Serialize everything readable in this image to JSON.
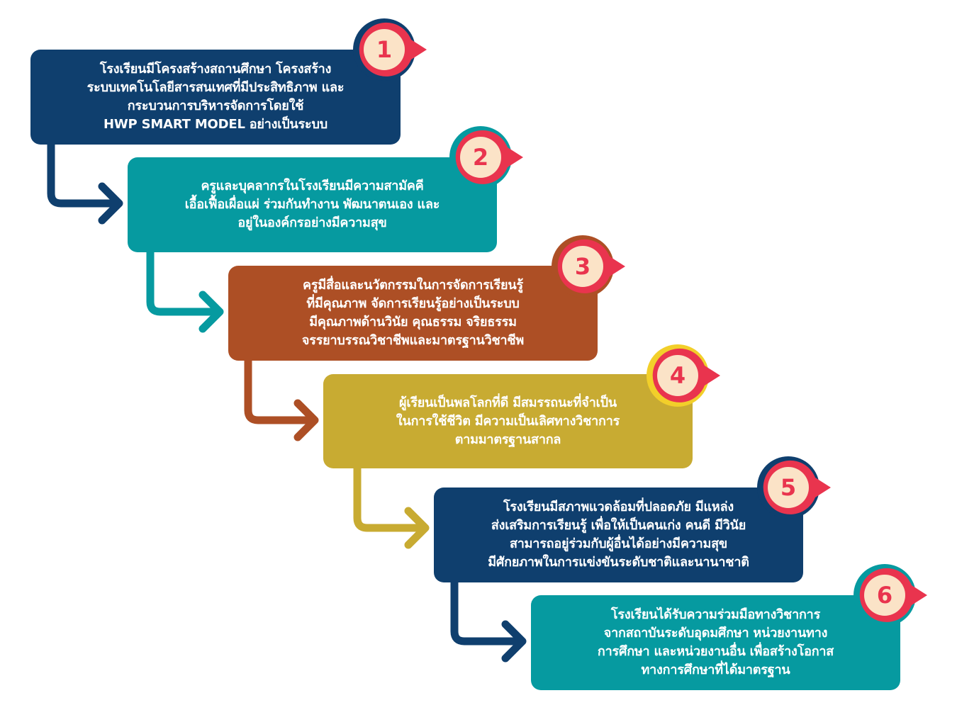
{
  "colors": {
    "navy": "#0f3f6e",
    "teal": "#069aa0",
    "rust": "#ad4f25",
    "mustard": "#c8ab32",
    "badge_red": "#e9344e",
    "badge_cream": "#fbe3c7"
  },
  "steps": [
    {
      "number": "1",
      "color": "#0f3f6e",
      "ring": "#0f3f6e",
      "text": "โรงเรียนมีโครงสร้างสถานศึกษา โครงสร้าง\nระบบเทคโนโลยีสารสนเทศที่มีประสิทธิภาพ และ\nกระบวนการบริหารจัดการโดยใช้\nHWP SMART MODEL อย่างเป็นระบบ"
    },
    {
      "number": "2",
      "color": "#069aa0",
      "ring": "#069aa0",
      "text": "ครูและบุคลากรในโรงเรียนมีความสามัคคี\nเอื้อเฟื้อเผื่อแผ่ ร่วมกันทำงาน พัฒนาตนเอง และ\nอยู่ในองค์กรอย่างมีความสุข"
    },
    {
      "number": "3",
      "color": "#ad4f25",
      "ring": "#ad4f25",
      "text": "ครูมีสื่อและนวัตกรรมในการจัดการเรียนรู้\nที่มีคุณภาพ จัดการเรียนรู้อย่างเป็นระบบ\nมีคุณภาพด้านวินัย คุณธรรม จริยธรรม\nจรรยาบรรณวิชาชีพและมาตรฐานวิชาชีพ"
    },
    {
      "number": "4",
      "color": "#c8ab32",
      "ring": "#f2cf2a",
      "text": "ผู้เรียนเป็นพลโลกที่ดี มีสมรรถนะที่จำเป็น\nในการใช้ชีวิต มีความเป็นเลิศทางวิชาการ\nตามมาตรฐานสากล"
    },
    {
      "number": "5",
      "color": "#0f3f6e",
      "ring": "#0f3f6e",
      "text": "โรงเรียนมีสภาพแวดล้อมที่ปลอดภัย มีแหล่ง\nส่งเสริมการเรียนรู้ เพื่อให้เป็นคนเก่ง คนดี มีวินัย\nสามารถอยู่ร่วมกับผู้อื่นได้อย่างมีความสุข\nมีศักยภาพในการแข่งขันระดับชาติและนานาชาติ"
    },
    {
      "number": "6",
      "color": "#069aa0",
      "ring": "#069aa0",
      "text": "โรงเรียนได้รับความร่วมมือทางวิชาการ\nจากสถาบันระดับอุดมศึกษา หน่วยงานทาง\nการศึกษา และหน่วยงานอื่น เพื่อสร้างโอกาส\nทางการศึกษาที่ได้มาตรฐาน"
    }
  ]
}
